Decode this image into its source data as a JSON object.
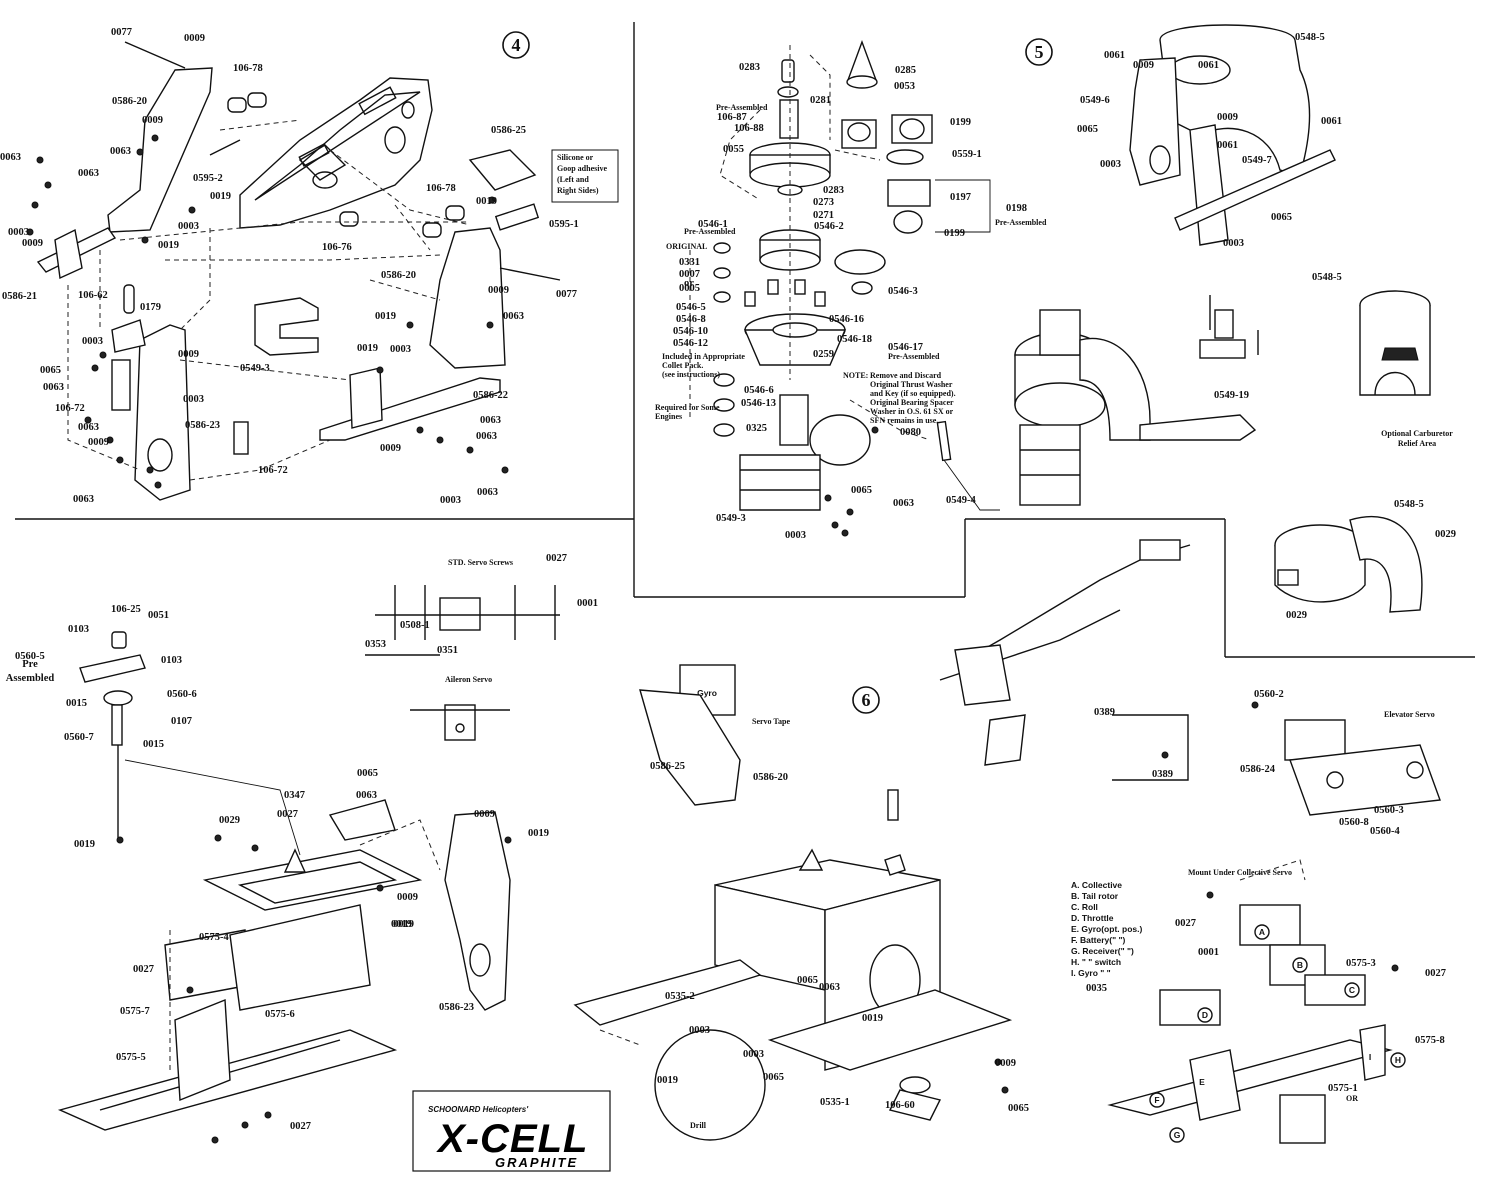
{
  "title": {
    "brand": "SCHOONARD Helicopters'",
    "product": "X-CELL",
    "material": "GRAPHITE"
  },
  "sections": [
    {
      "id": "4",
      "label": "4"
    },
    {
      "id": "5",
      "label": "5"
    },
    {
      "id": "6",
      "label": "6"
    }
  ],
  "notes": {
    "adhesive": [
      "Silicone or",
      "Goop adhesive",
      "(Left and",
      "Right Sides)"
    ],
    "pre_assembled": "Pre-Assembled",
    "original": "ORIGINAL",
    "collet": [
      "Included in Appropriate",
      "Collet Pack.",
      "(see instructions)"
    ],
    "required": [
      "Required for Some",
      "Engines"
    ],
    "note_head": "NOTE:",
    "note_body": [
      "Remove and Discard",
      "Original Thrust Washer",
      "and Key (if so equipped).",
      "Original Bearing Spacer",
      "Washer in O.S. 61 SX or",
      "SFN remains in use."
    ],
    "carb": [
      "Optional Carburetor",
      "Relief Area"
    ],
    "std_servo": "STD. Servo Screws",
    "aileron_servo": "Aileron Servo",
    "servo_tape": "Servo Tape",
    "gyro": "Gyro",
    "elevator_servo": "Elevator Servo",
    "drill": "Drill",
    "mount_under": "Mount Under Collective Servo",
    "pre": "Pre",
    "assembled": "Assembled",
    "or": "OR"
  },
  "legend": [
    "A. Collective",
    "B. Tail rotor",
    "C. Roll",
    "D. Throttle",
    "E. Gyro(opt. pos.)",
    "F. Battery(\" \")",
    "G. Receiver(\" \")",
    "H.   \"    \"   switch",
    "I. Gyro    \"    \""
  ],
  "legend_letters": [
    "A",
    "B",
    "C",
    "D",
    "E",
    "F",
    "G",
    "H",
    "I"
  ],
  "parts_s4": [
    "0077",
    "0009",
    "106-78",
    "0586-20",
    "0009",
    "0063",
    "0595-2",
    "0019",
    "0003",
    "0019",
    "0063",
    "0003",
    "0063",
    "0009",
    "0586-21",
    "106-76",
    "106-78",
    "0586-25",
    "0019",
    "0595-1",
    "0586-20",
    "0009",
    "0077",
    "106-62",
    "0179",
    "0003",
    "0009",
    "0065",
    "0063",
    "0003",
    "106-72",
    "0063",
    "0586-23",
    "0009",
    "0063",
    "106-72",
    "0549-3",
    "0019",
    "0003",
    "0063",
    "0019",
    "0586-22",
    "0063",
    "0063",
    "0009",
    "0003",
    "0063"
  ],
  "parts_s5": [
    "0283",
    "0285",
    "0053",
    "106-87",
    "0281",
    "106-88",
    "0055",
    "0199",
    "0559-1",
    "0283",
    "0273",
    "0197",
    "0198",
    "0199",
    "0546-1",
    "0271",
    "0546-2",
    "0331",
    "0007",
    "or",
    "0005",
    "0546-3",
    "0546-5",
    "0546-8",
    "0546-10",
    "0546-12",
    "0546-16",
    "0546-18",
    "0546-17",
    "0259",
    "0546-6",
    "0546-13",
    "0325",
    "0080",
    "0549-4",
    "0065",
    "0063",
    "0549-3",
    "0003",
    "0061",
    "0009",
    "0548-5",
    "0061",
    "0549-6",
    "0009",
    "0061",
    "0065",
    "0061",
    "0549-7",
    "0003",
    "0065",
    "0003",
    "0548-5",
    "0549-19",
    "0548-5",
    "0029",
    "0029"
  ],
  "parts_s6": [
    "106-25",
    "0051",
    "0103",
    "0560-5",
    "0103",
    "0560-6",
    "0015",
    "0107",
    "0015",
    "0560-7",
    "0019",
    "0027",
    "0001",
    "0353",
    "0508-1",
    "0351",
    "0065",
    "0347",
    "0063",
    "0029",
    "0027",
    "0009",
    "0019",
    "0009",
    "0019",
    "0575-4",
    "0019",
    "0027",
    "0575-7",
    "0575-6",
    "0586-23",
    "0575-5",
    "0027",
    "0586-25",
    "0586-20",
    "0389",
    "0389",
    "0560-2",
    "0586-24",
    "0560-3",
    "0560-8",
    "0560-4",
    "0535-2",
    "0065",
    "0063",
    "0019",
    "0003",
    "0003",
    "0019",
    "0065",
    "0535-1",
    "106-60",
    "0009",
    "0065",
    "0027",
    "0001",
    "0035",
    "0575-3",
    "0027",
    "0575-8",
    "0575-1"
  ]
}
